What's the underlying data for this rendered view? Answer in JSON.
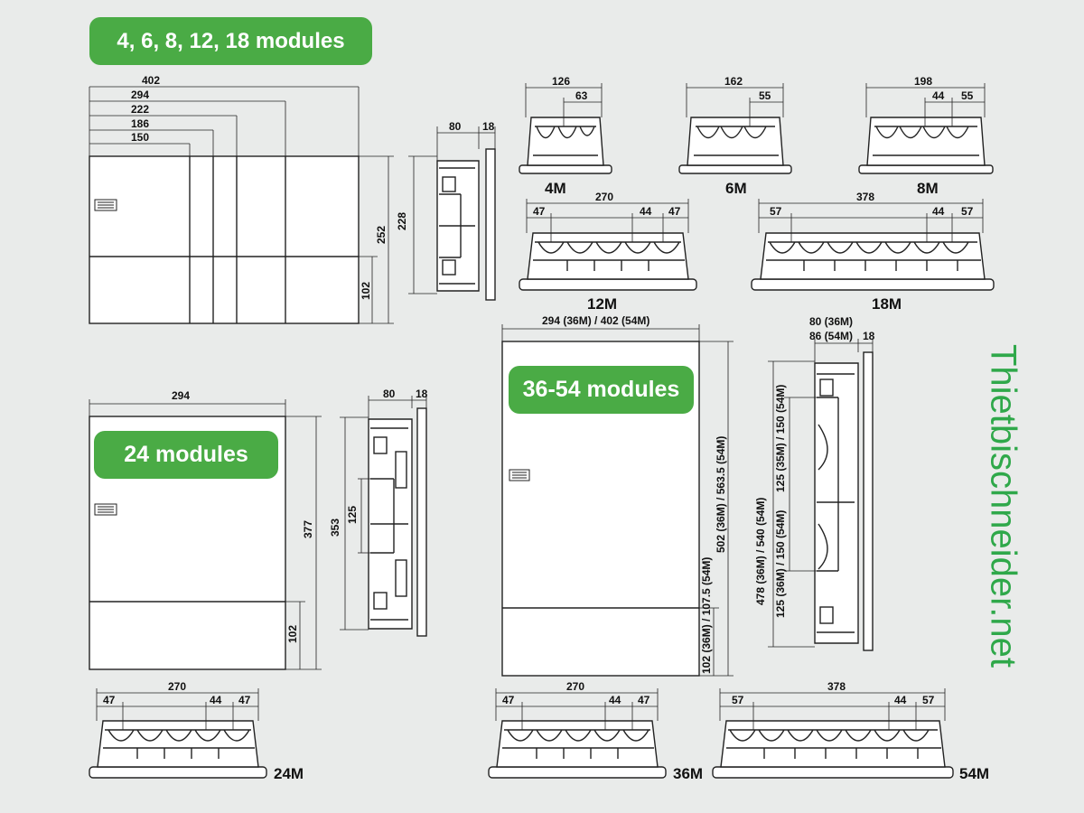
{
  "badges": {
    "small": "4, 6, 8, 12, 18 modules",
    "mid": "24 modules",
    "large": "36-54 modules"
  },
  "watermark": "Thietbischneider.net",
  "colors": {
    "badge": "#4aab45",
    "watermark": "#2fa84a",
    "background": "#e9ebea",
    "line": "#222222"
  },
  "front_small": {
    "widths": [
      "402",
      "294",
      "222",
      "186",
      "150"
    ],
    "height": "252",
    "lower": "102"
  },
  "side_small": {
    "depth": "80",
    "rim": "18",
    "height": "228"
  },
  "front_24": {
    "width": "294",
    "height": "377",
    "lower": "102"
  },
  "side_24": {
    "depth": "80",
    "rim": "18",
    "height": "353",
    "inner": "125"
  },
  "front_large": {
    "width": "294 (36M) / 402 (54M)",
    "height": "502 (36M) / 563.5 (54M)",
    "lower": "102 (36M) / 107.5 (54M)"
  },
  "side_large": {
    "depth_36": "80 (36M)",
    "depth_54": "86 (54M)",
    "rim": "18",
    "height": "478 (36M) / 540 (54M)",
    "upper": "125 (35M) / 150 (54M)",
    "lower": "125 (36M) / 150 (54M)"
  },
  "tops": {
    "m4": {
      "label": "4M",
      "width": "126",
      "pitch": "63"
    },
    "m6": {
      "label": "6M",
      "width": "162",
      "pitch": "55"
    },
    "m8": {
      "label": "8M",
      "width": "198",
      "pitch_a": "44",
      "pitch_b": "55"
    },
    "m12": {
      "label": "12M",
      "width": "270",
      "left": "47",
      "pitch": "44",
      "right": "47"
    },
    "m18": {
      "label": "18M",
      "width": "378",
      "left": "57",
      "pitch": "44",
      "right": "57"
    },
    "m24": {
      "label": "24M",
      "width": "270",
      "left": "47",
      "pitch": "44",
      "right": "47"
    },
    "m36": {
      "label": "36M",
      "width": "270",
      "left": "47",
      "pitch": "44",
      "right": "47"
    },
    "m54": {
      "label": "54M",
      "width": "378",
      "left": "57",
      "pitch": "44",
      "right": "57"
    }
  }
}
